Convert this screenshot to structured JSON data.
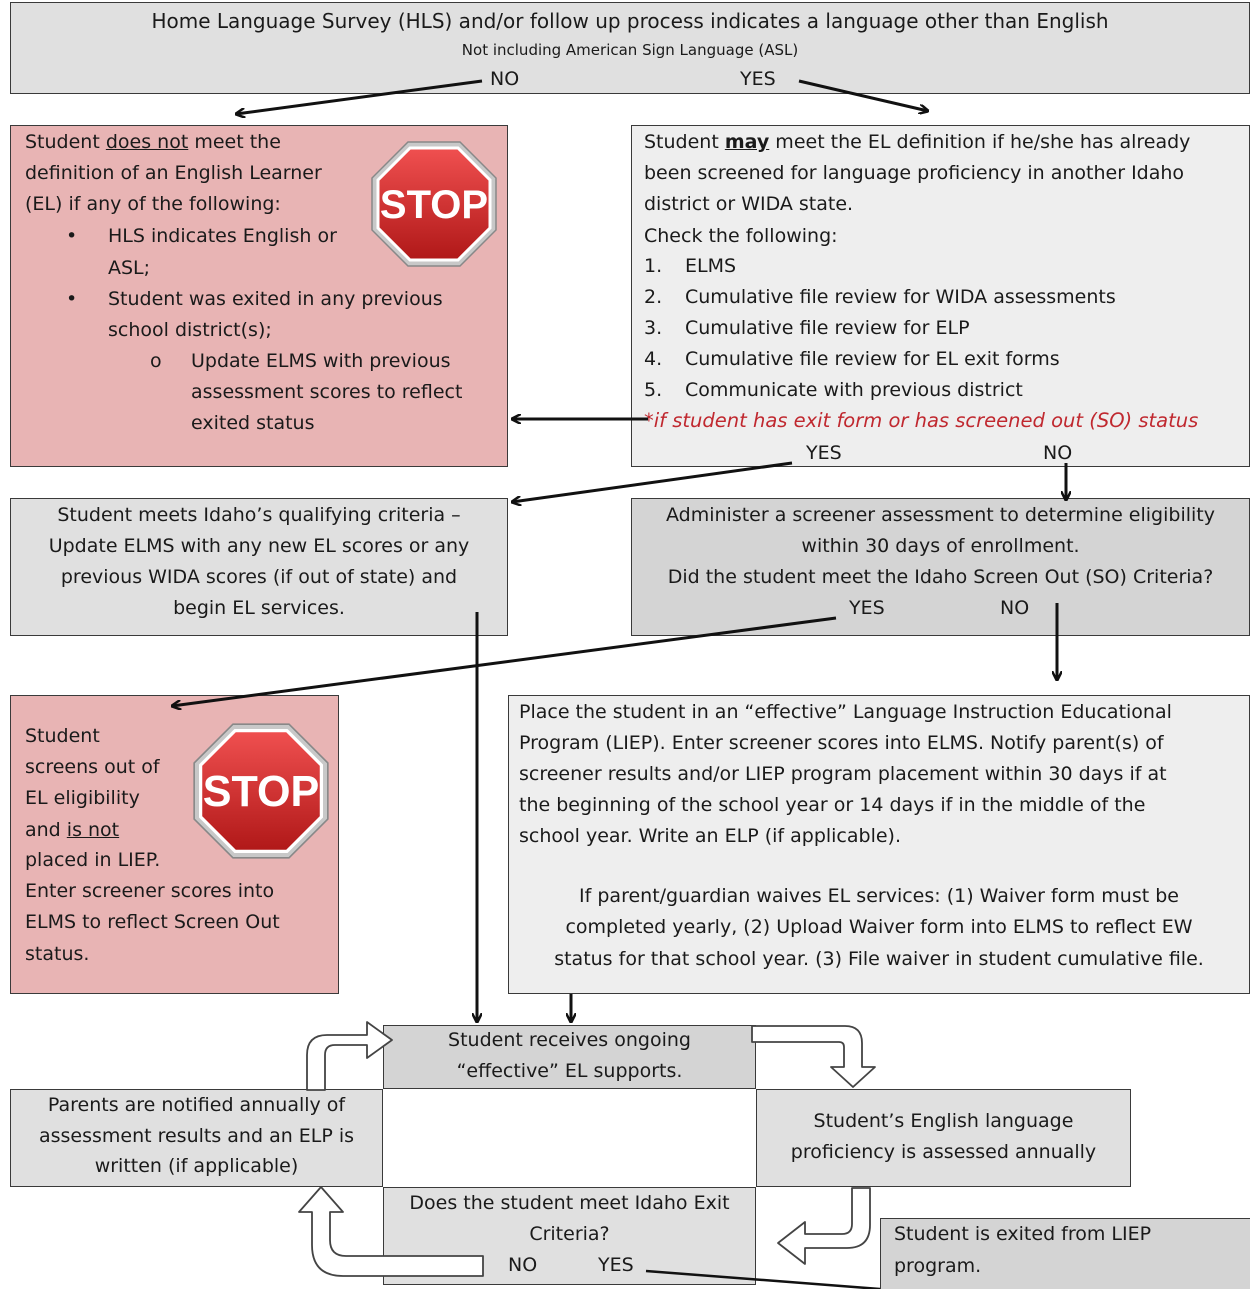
{
  "top": {
    "line1": "Home Language Survey (HLS) and/or follow up process indicates a language other than English",
    "line2": "Not including American Sign Language (ASL)",
    "no": "NO",
    "yes": "YES"
  },
  "not_el": {
    "l1a": "Student ",
    "l1u": "does not",
    "l1b": " meet the",
    "l2": "definition of an English Learner",
    "l3": "(EL) if any of the following:",
    "bullet1a": "HLS indicates English or",
    "bullet1b": "ASL;",
    "bullet2a": "Student was exited in any previous",
    "bullet2b": "school district(s);",
    "sub1a": "Update ELMS with previous",
    "sub1b": "assessment scores to reflect",
    "sub1c": "exited status",
    "bullet_glyph": "•",
    "sub_glyph": "o"
  },
  "stop_sign": "STOP",
  "may_el": {
    "l1a": "Student ",
    "l1b": "may",
    "l1c": " meet the EL definition if he/she has already",
    "l2": "been screened for language proficiency in another Idaho",
    "l3": "district or WIDA state.",
    "l4": "Check the following:",
    "items": [
      {
        "num": "1.",
        "text": "ELMS"
      },
      {
        "num": "2.",
        "text": "Cumulative file review for WIDA assessments"
      },
      {
        "num": "3.",
        "text": "Cumulative file review for ELP"
      },
      {
        "num": "4.",
        "text": "Cumulative file review for EL exit forms"
      },
      {
        "num": "5.",
        "text": "Communicate with previous district"
      }
    ],
    "note": "*if student has exit form or has screened out (SO) status",
    "yes": "YES",
    "no": "NO"
  },
  "meets": {
    "l1": "Student meets Idaho’s qualifying criteria –",
    "l2": "Update ELMS with any new EL scores or any",
    "l3": "previous WIDA scores (if out of state) and",
    "l4": "begin EL services."
  },
  "screener": {
    "l1": "Administer a screener assessment to determine eligibility",
    "l2": "within 30 days of enrollment.",
    "l3": "Did the student meet the Idaho Screen Out (SO) Criteria?",
    "yes": "YES",
    "no": "NO"
  },
  "screens_out": {
    "l1": "Student",
    "l2": "screens out of",
    "l3": "EL eligibility",
    "l4a": "and ",
    "l4u": "is not",
    "l5": "placed in LIEP.",
    "l6": "Enter screener scores into",
    "l7": "ELMS to reflect Screen Out",
    "l8": "status."
  },
  "place": {
    "l1": "Place the student in an “effective” Language Instruction Educational",
    "l2": "Program (LIEP). Enter screener scores into ELMS. Notify parent(s) of",
    "l3": "screener results and/or LIEP program placement within 30 days if at",
    "l4": "the beginning of the school year or 14 days if in the middle of the",
    "l5": "school year. Write an ELP (if applicable).",
    "l6": "If parent/guardian waives EL services: (1) Waiver form must be",
    "l7": "completed yearly, (2) Upload Waiver form into ELMS to reflect EW",
    "l8": "status for that school year. (3) File waiver in student cumulative file."
  },
  "ongoing": {
    "l1": "Student receives ongoing",
    "l2": "“effective” EL supports."
  },
  "parents": {
    "l1": "Parents are notified annually of",
    "l2": "assessment results and an ELP is",
    "l3": "written (if applicable)"
  },
  "assessed": {
    "l1": "Student’s English language",
    "l2": "proficiency is assessed annually"
  },
  "exit_q": {
    "l1": "Does the student meet Idaho Exit",
    "l2": "Criteria?",
    "no": "NO",
    "yes": "YES"
  },
  "exited": {
    "l1": "Student is exited from LIEP",
    "l2": "program."
  }
}
